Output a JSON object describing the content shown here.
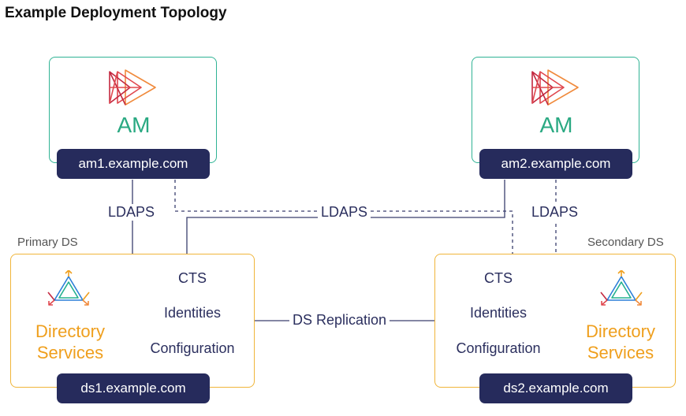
{
  "title": "Example Deployment Topology",
  "am1": {
    "label": "AM",
    "host": "am1.example.com"
  },
  "am2": {
    "label": "AM",
    "host": "am2.example.com"
  },
  "ds1": {
    "role": "Primary DS",
    "label_line1": "Directory",
    "label_line2": "Services",
    "services": [
      "CTS",
      "Identities",
      "Configuration"
    ],
    "host": "ds1.example.com"
  },
  "ds2": {
    "role": "Secondary DS",
    "label_line1": "Directory",
    "label_line2": "Services",
    "services": [
      "CTS",
      "Identities",
      "Configuration"
    ],
    "host": "ds2.example.com"
  },
  "links": {
    "ldaps_left": "LDAPS",
    "ldaps_center": "LDAPS",
    "ldaps_right": "LDAPS",
    "replication": "DS Replication"
  },
  "colors": {
    "am_border": "#2fb394",
    "ds_border": "#f0b53a",
    "host_bg": "#262b5c",
    "am_text": "#2aa982",
    "ds_text": "#ef9f1d",
    "line": "#3a3f6e"
  },
  "icons": {
    "am_logo": "am-chevron-logo-icon",
    "ds_logo": "directory-services-logo-icon"
  }
}
